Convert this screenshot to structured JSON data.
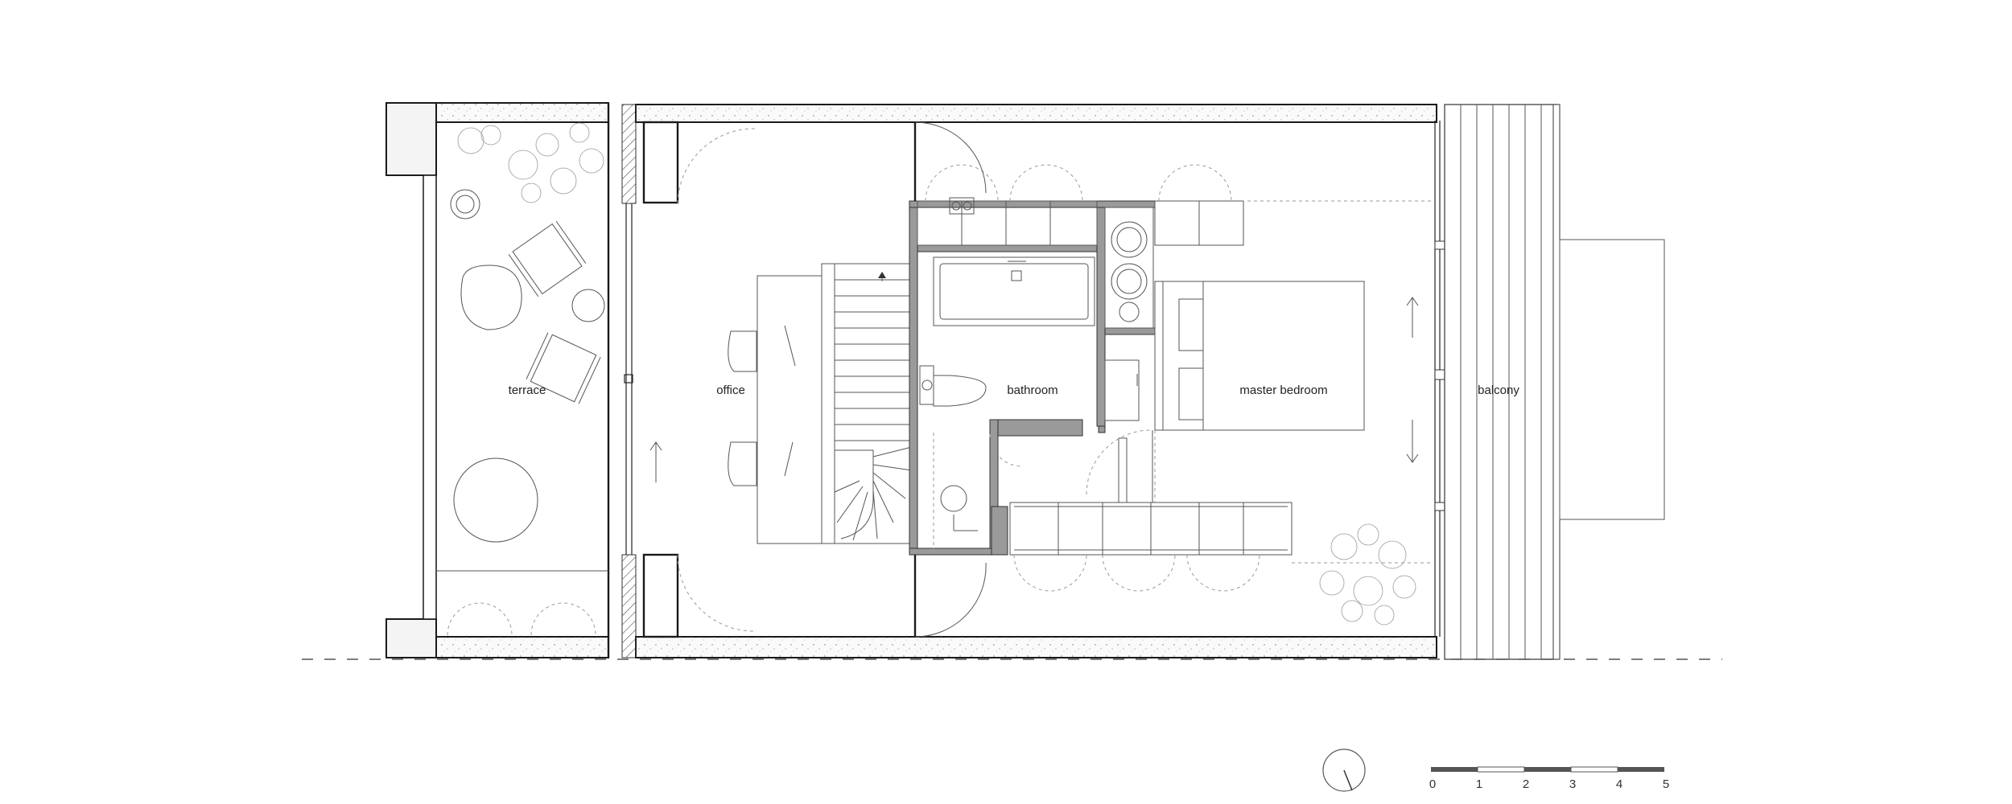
{
  "rooms": {
    "terrace": "terrace",
    "office": "office",
    "bathroom": "bathroom",
    "master_bedroom": "master bedroom",
    "balcony": "balcony"
  },
  "scale_bar": {
    "ticks": [
      "0",
      "1",
      "2",
      "3",
      "4",
      "5"
    ]
  }
}
